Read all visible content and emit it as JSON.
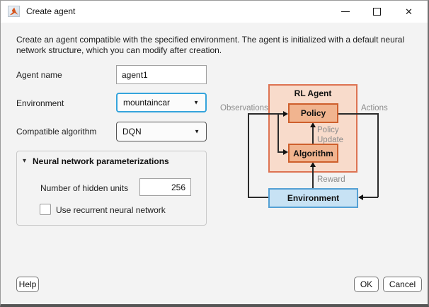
{
  "window": {
    "title": "Create agent",
    "close_glyph": "✕"
  },
  "description": "Create an agent compatible with the specified environment. The agent is initialized with a default neural network structure, which you can modify after creation.",
  "form": {
    "dropdown_glyph": "▼",
    "agent_name": {
      "label": "Agent name",
      "value": "agent1"
    },
    "environment": {
      "label": "Environment",
      "value": "mountaincar"
    },
    "algorithm": {
      "label": "Compatible algorithm",
      "value": "DQN"
    }
  },
  "panel": {
    "collapse_glyph": "▾",
    "title": "Neural network parameterizations",
    "hidden_units": {
      "label": "Number of hidden units",
      "value": "256"
    },
    "recurrent_checkbox": {
      "label": "Use recurrent neural network",
      "checked": false
    }
  },
  "diagram": {
    "rl_agent_label": "RL Agent",
    "policy_label": "Policy",
    "algorithm_label": "Algorithm",
    "environment_label": "Environment",
    "observations_label": "Observations",
    "actions_label": "Actions",
    "policy_update_label": "Policy\nUpdate",
    "reward_label": "Reward",
    "colors": {
      "agent_fill": "#F8DBCB",
      "agent_border": "#DD7352",
      "module_fill": "#F1B48F",
      "module_border": "#CE5F2C",
      "environment_fill": "#C7E2F4",
      "environment_border": "#54A0D4",
      "connector": "#2B2B2B",
      "label_gray": "#8C8C8C",
      "focus_border": "#35A4DC"
    }
  },
  "footer": {
    "help_label": "Help",
    "ok_label": "OK",
    "cancel_label": "Cancel"
  }
}
